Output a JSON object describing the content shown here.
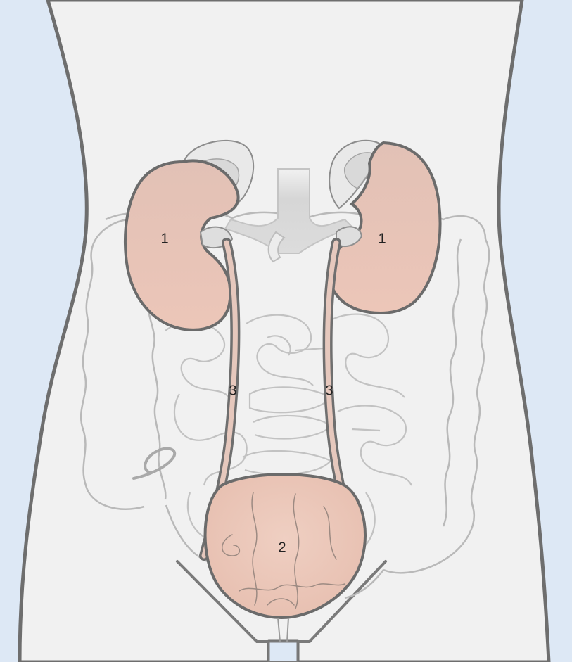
{
  "labels": {
    "kidney_left": "1",
    "kidney_right": "1",
    "bladder": "2",
    "ureter_left": "3",
    "ureter_right": "3"
  },
  "colors": {
    "background": "#dde8f5",
    "body_fill": "#f1f1f1",
    "body_outline": "#6e6e6e",
    "organ_fill": "#e9c3b4",
    "organ_outline": "#6b6b6b",
    "intestine_line": "#b9b9b9",
    "vessel_fill": "#dcdcdc"
  }
}
